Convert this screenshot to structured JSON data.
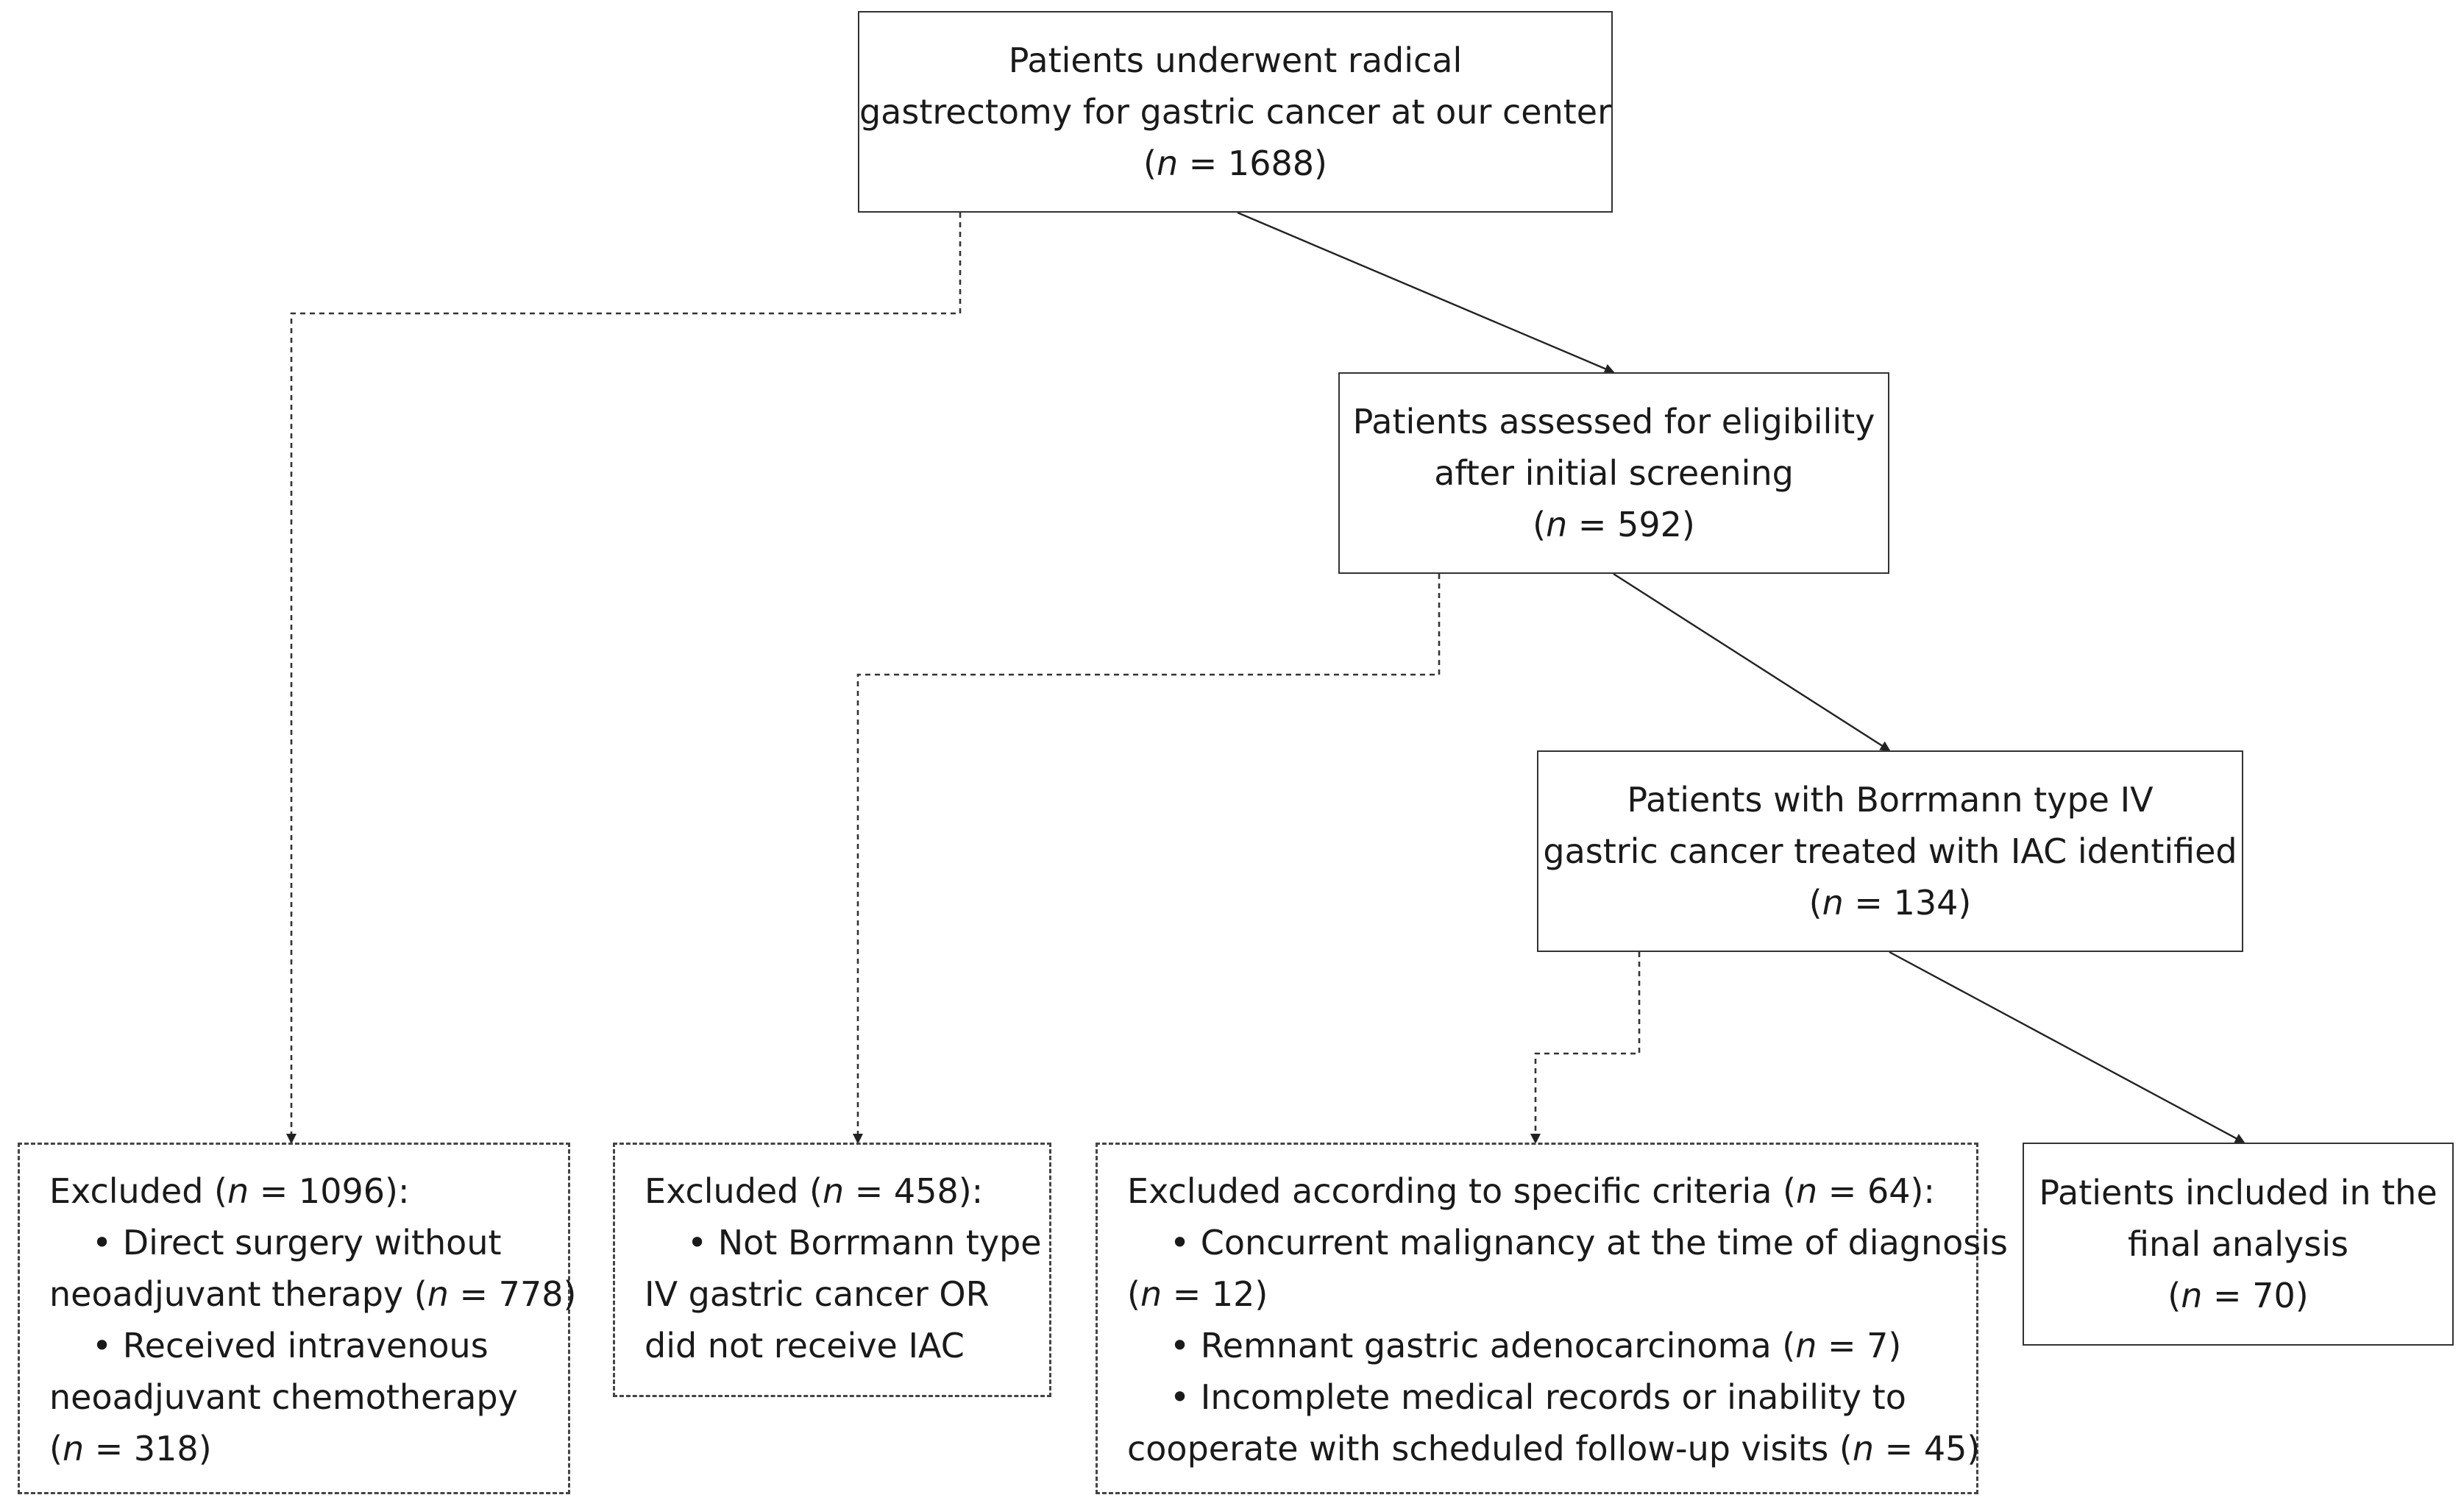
{
  "boxes": {
    "start": {
      "line1": "Patients underwent radical",
      "line2": "gastrectomy for gastric cancer at our center",
      "n_open": "(",
      "n_var": "n",
      "n_close": " = 1688)"
    },
    "eligibility": {
      "line1": "Patients assessed for eligibility",
      "line2": "after initial screening",
      "n_open": "(",
      "n_var": "n",
      "n_close": " = 592)"
    },
    "borrmann": {
      "line1": "Patients with Borrmann type IV",
      "line2": "gastric cancer treated with IAC identified",
      "n_open": "(",
      "n_var": "n",
      "n_close": " = 134)"
    },
    "final": {
      "line1": "Patients included in the",
      "line2": "final analysis",
      "n_open": "(",
      "n_var": "n",
      "n_close": " = 70)"
    }
  },
  "exclusions": {
    "ex1": {
      "h_pre": "Excluded (",
      "h_var": "n",
      "h_post": " = 1096):",
      "b1": "• Direct surgery without",
      "b1_cont_pre": "neoadjuvant therapy (",
      "b1_var": "n",
      "b1_cont_post": " = 778)",
      "b2": "• Received intravenous",
      "b2_cont": "neoadjuvant chemotherapy",
      "b2_n_open": "(",
      "b2_var": "n",
      "b2_n_close": " = 318)"
    },
    "ex2": {
      "h_pre": "Excluded (",
      "h_var": "n",
      "h_post": " = 458):",
      "b1": "• Not Borrmann type",
      "b1_l2": "IV gastric cancer OR",
      "b1_l3": "did not receive IAC"
    },
    "ex3": {
      "h_pre": "Excluded according to specific criteria (",
      "h_var": "n",
      "h_post": " = 64):",
      "b1": "• Concurrent malignancy at the time of diagnosis",
      "b1_n_open": "(",
      "b1_var": "n",
      "b1_n_close": " = 12)",
      "b2_pre": "• Remnant gastric adenocarcinoma (",
      "b2_var": "n",
      "b2_post": " = 7)",
      "b3": "• Incomplete medical records or inability to",
      "b3_cont_pre": "cooperate with scheduled follow-up visits (",
      "b3_var": "n",
      "b3_cont_post": " = 45)"
    }
  }
}
